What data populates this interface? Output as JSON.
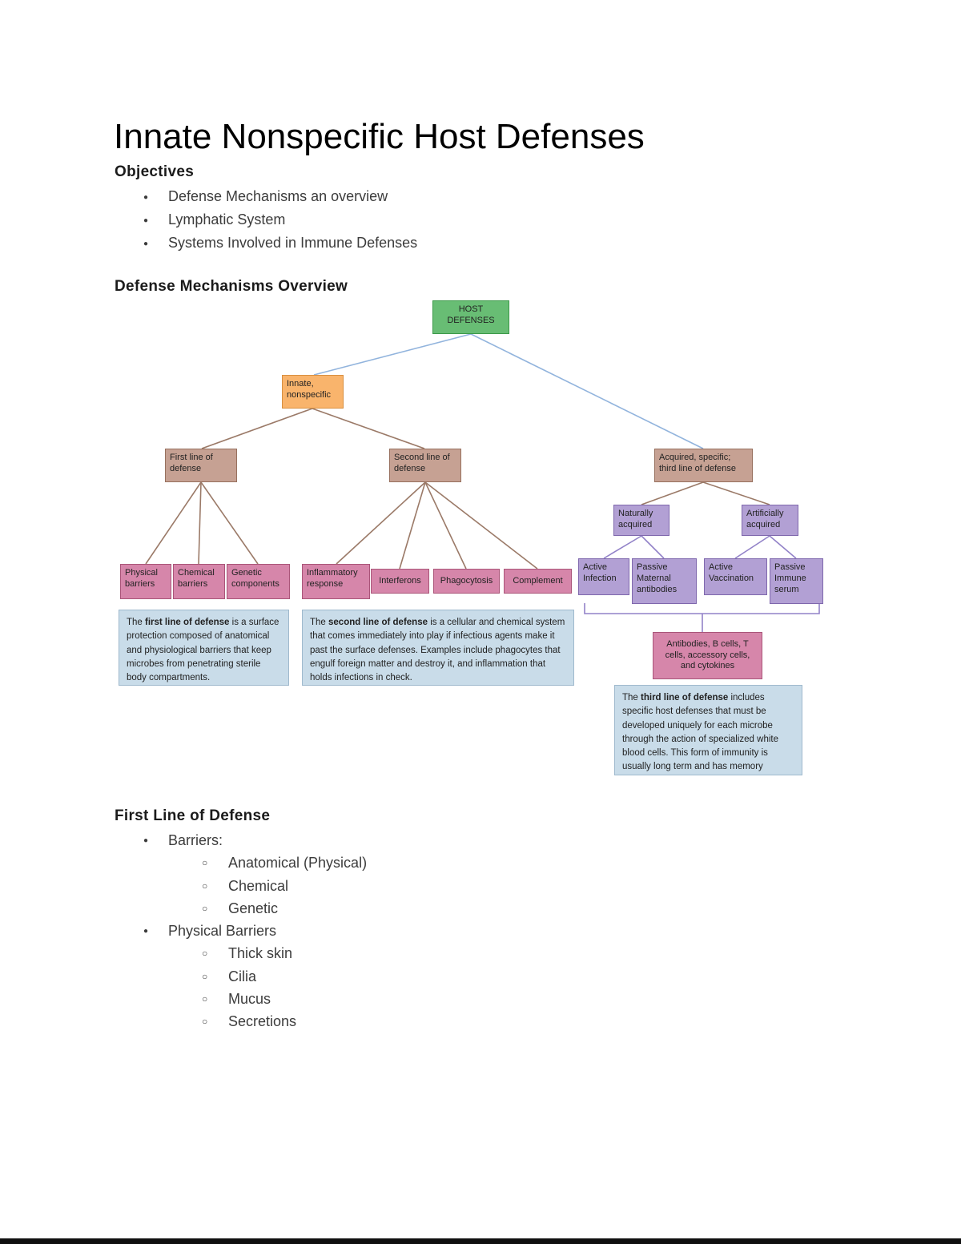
{
  "document": {
    "title": "Innate Nonspecific Host Defenses"
  },
  "objectives": {
    "heading": "Objectives",
    "items": [
      "Defense Mechanisms an overview",
      "Lymphatic System",
      "Systems Involved in Immune Defenses"
    ]
  },
  "overview": {
    "heading": "Defense Mechanisms Overview"
  },
  "diagram": {
    "nodes": {
      "host": "HOST DEFENSES",
      "innate": "Innate, nonspecific",
      "first_line": "First line of defense",
      "second_line": "Second line of defense",
      "acquired": "Acquired, specific; third line of defense",
      "naturally": "Naturally acquired",
      "artificially": "Artificially acquired",
      "physical": "Physical barriers",
      "chemical": "Chemical barriers",
      "genetic": "Genetic components",
      "inflammatory": "Inflammatory response",
      "interferons": "Interferons",
      "phagocytosis": "Phagocytosis",
      "complement": "Complement",
      "active_infection": "Active Infection",
      "passive_maternal": "Passive Maternal antibodies",
      "active_vaccination": "Active Vaccination",
      "passive_immune": "Passive Immune serum",
      "antibodies": "Antibodies, B cells, T cells, accessory cells, and cytokines"
    },
    "descriptions": {
      "first": {
        "prefix": "The ",
        "bold": "first line of defense",
        "rest": " is a surface protection composed of anatomical and physiological barriers that keep microbes from penetrating sterile body compartments."
      },
      "second": {
        "prefix": "The ",
        "bold": "second line of defense",
        "rest": " is a cellular and chemical system that comes immediately into play if infectious agents make it past the surface defenses. Examples include phagocytes that engulf foreign matter and destroy it, and inflammation that holds infections in check."
      },
      "third": {
        "prefix": "The ",
        "bold": "third line of defense",
        "rest": " includes specific host defenses that must be developed uniquely for each microbe through the action of specialized white blood cells. This form of immunity is usually long term and has memory"
      }
    },
    "colors": {
      "host_green": "#68bd74",
      "innate_orange": "#f9b46c",
      "defense_line_tan": "#c6a193",
      "category_pink": "#d686aa",
      "acquired_purple": "#b2a0d4",
      "description_blue": "#c9dce9",
      "connector_blue": "#92b4dd",
      "connector_brown": "#9b7a68",
      "connector_purple": "#9282c8"
    }
  },
  "first_line_section": {
    "heading": "First Line of Defense",
    "items": [
      {
        "level": 1,
        "text": "Barriers:"
      },
      {
        "level": 2,
        "text": "Anatomical (Physical)"
      },
      {
        "level": 2,
        "text": "Chemical"
      },
      {
        "level": 2,
        "text": "Genetic"
      },
      {
        "level": 1,
        "text": "Physical Barriers"
      },
      {
        "level": 2,
        "text": "Thick skin"
      },
      {
        "level": 2,
        "text": "Cilia"
      },
      {
        "level": 2,
        "text": "Mucus"
      },
      {
        "level": 2,
        "text": "Secretions"
      }
    ]
  }
}
